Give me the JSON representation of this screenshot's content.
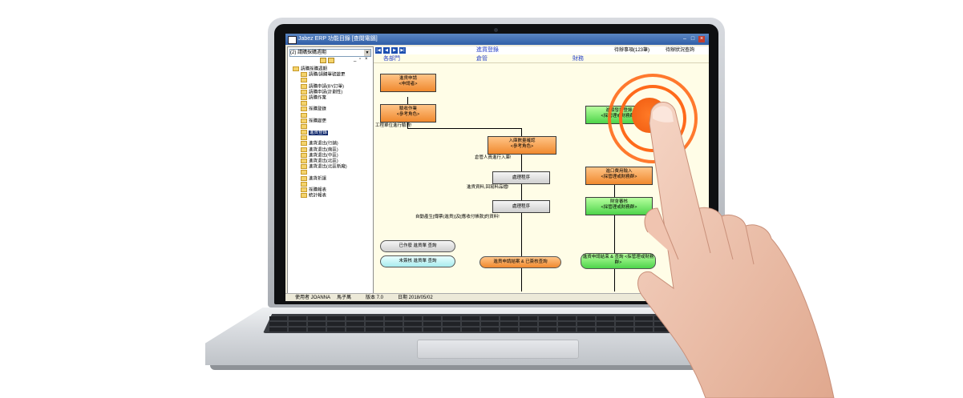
{
  "window": {
    "title": "Jabez ERP 功能目錄 [查閱電腦]"
  },
  "left_panel": {
    "combo_value": "(2) 請購採購週期",
    "tree": [
      {
        "label": "請購採購週期",
        "level": 0
      },
      {
        "label": "請購/請購單號變更",
        "level": 1
      },
      {
        "label": "",
        "level": 1
      },
      {
        "label": "請購申請(BY訂單)",
        "level": 1
      },
      {
        "label": "請購申請(計劃性)",
        "level": 1
      },
      {
        "label": "請購作業",
        "level": 1
      },
      {
        "label": "",
        "level": 1
      },
      {
        "label": "採購登錄",
        "level": 1
      },
      {
        "label": "",
        "level": 1
      },
      {
        "label": "採購變更",
        "level": 1
      },
      {
        "label": "",
        "level": 1
      },
      {
        "label": "進貨登錄",
        "level": 1,
        "selected": true
      },
      {
        "label": "",
        "level": 1
      },
      {
        "label": "進貨退出(行銷)",
        "level": 1
      },
      {
        "label": "進貨退出(南區)",
        "level": 1
      },
      {
        "label": "進貨退出(中區)",
        "level": 1
      },
      {
        "label": "進貨退出(北區)",
        "level": 1
      },
      {
        "label": "進貨退出(北區新廠)",
        "level": 1
      },
      {
        "label": "",
        "level": 1
      },
      {
        "label": "進貨折讓",
        "level": 1
      },
      {
        "label": "",
        "level": 1
      },
      {
        "label": "採購報表",
        "level": 1
      },
      {
        "label": "統計報表",
        "level": 1
      }
    ]
  },
  "main": {
    "page_title": "進貨登錄",
    "pending_items": "待辦事項(123筆)",
    "pending_status": "待辦狀況查詢",
    "columns": [
      "各部門",
      "倉管",
      "財務"
    ],
    "nodes": {
      "n1_line1": "進貨申請",
      "n1_line2": "<申請者>",
      "n2_line1": "驗收作業",
      "n2_line2": "<參考角色>",
      "n3_line1": "入庫數量確認",
      "n3_line2": "<參考角色>",
      "n4": "處理程序",
      "n5": "處理程序",
      "n6_line1": "進項發票登錄",
      "n6_line2": "<採管理或財務群>",
      "n7_line1": "進口費用輸入",
      "n7_line2": "<採管理或財務群>",
      "n8_line1": "財會審核",
      "n8_line2": "<採管理或財務群>"
    },
    "labels": {
      "l1": "工程單位進行驗貨!",
      "l2": "倉管人員進行入庫!",
      "l3": "進貨資料,回寫料品檔!",
      "l4": "自動產生[傳票(進貨)]及[應收付帳款]的資料!"
    },
    "buttons": {
      "done": "已作廢 進貨單 查詢",
      "pending": "未簽核 進貨單 查詢",
      "closed": "進貨申請結案 & 已簽核查詢",
      "finance": "進貨申請結束 & 查詢 <採管理或財務群>"
    }
  },
  "status_bar": {
    "user": "使用者 JOANNA",
    "name": "馬子萬",
    "version": "版本 7.0",
    "date": "日期 2018/05/02"
  },
  "colors": {
    "accent_orange": "#ff6a1a",
    "title_blue": "#2f5ea8",
    "node_green": "#4dd44a",
    "node_orange": "#f0892e"
  }
}
